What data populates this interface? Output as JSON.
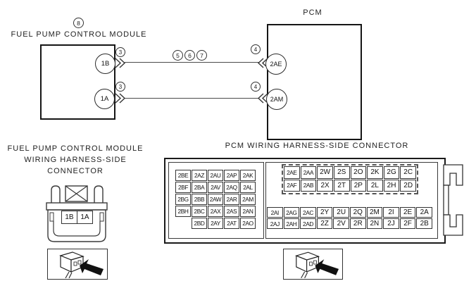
{
  "colors": {
    "background": "#ffffff",
    "line": "#3a3a3a",
    "box_border": "#151515",
    "wire": "#4a4a4a"
  },
  "schematic": {
    "fpcm": {
      "callout": "8",
      "title": "FUEL PUMP CONTROL MODULE",
      "pins": [
        {
          "label": "1B",
          "callout": "3"
        },
        {
          "label": "1A",
          "callout": "3"
        }
      ]
    },
    "pcm": {
      "title": "PCM",
      "pins": [
        {
          "label": "2AE",
          "callout": "4"
        },
        {
          "label": "2AM",
          "callout": "4"
        }
      ]
    },
    "wire_callouts": [
      "5",
      "6",
      "7"
    ]
  },
  "fpcm_connector": {
    "title_line1": "FUEL PUMP CONTROL MODULE",
    "title_line2": "WIRING HARNESS-SIDE",
    "title_line3": "CONNECTOR",
    "terminals": [
      "1B",
      "1A"
    ]
  },
  "pcm_connector": {
    "title": "PCM WIRING HARNESS-SIDE CONNECTOR",
    "left_block_rows": [
      [
        "2BE",
        "2AZ",
        "2AU",
        "2AP",
        "2AK"
      ],
      [
        "2BF",
        "2BA",
        "2AV",
        "2AQ",
        "2AL"
      ],
      [
        "2BG",
        "2BB",
        "2AW",
        "2AR",
        "2AM"
      ],
      [
        "2BH",
        "2BC",
        "2AX",
        "2AS",
        "2AN"
      ],
      [
        "",
        "2BD",
        "2AY",
        "2AT",
        "2AO"
      ]
    ],
    "top_right_highlighted": true,
    "top_right_block_rows": [
      [
        "2AE",
        "2AA",
        "2W",
        "2S",
        "2O",
        "2K",
        "2G",
        "2C"
      ],
      [
        "2AF",
        "2AB",
        "2X",
        "2T",
        "2P",
        "2L",
        "2H",
        "2D"
      ]
    ],
    "bottom_right_block_rows": [
      [
        "2AI",
        "2AG",
        "2AC",
        "2Y",
        "2U",
        "2Q",
        "2M",
        "2I",
        "2E",
        "2A"
      ],
      [
        "2AJ",
        "2AH",
        "2AD",
        "2Z",
        "2V",
        "2R",
        "2N",
        "2J",
        "2F",
        "2B"
      ]
    ]
  }
}
